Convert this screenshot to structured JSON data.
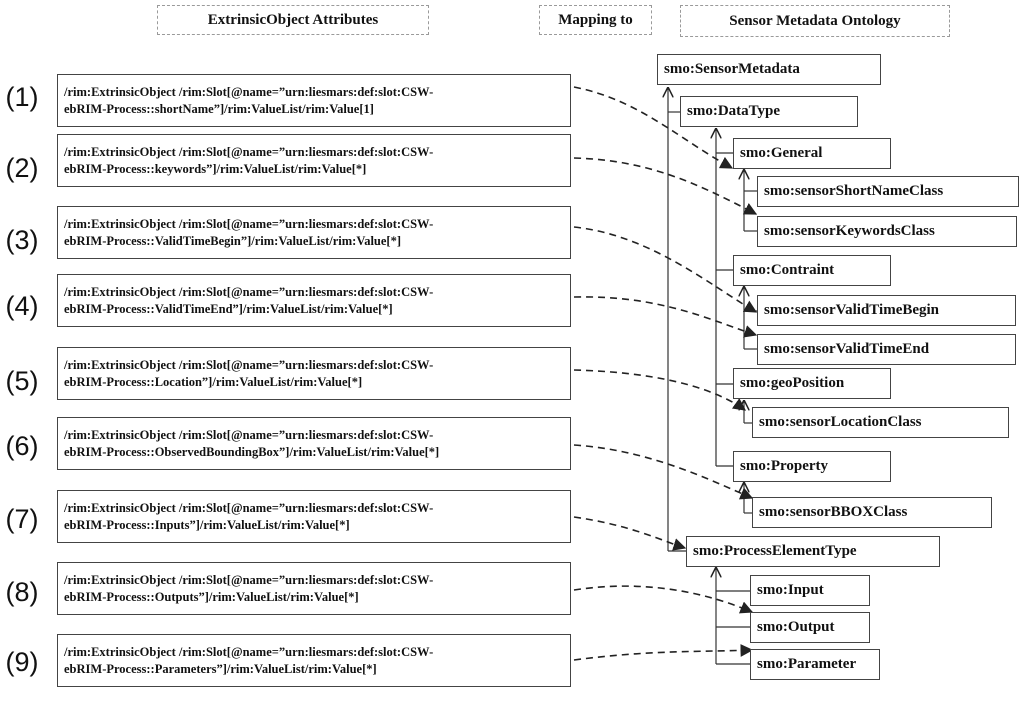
{
  "headers": {
    "left": "ExtrinsicObject Attributes",
    "middle": "Mapping to",
    "right": "Sensor Metadata Ontology"
  },
  "attributes": [
    {
      "num": "(1)",
      "line1": "/rim:ExtrinsicObject /rim:Slot[@name=”urn:liesmars:def:slot:CSW-",
      "line2": "ebRIM-Process::shortName”]/rim:ValueList/rim:Value[1]"
    },
    {
      "num": "(2)",
      "line1": "/rim:ExtrinsicObject /rim:Slot[@name=”urn:liesmars:def:slot:CSW-",
      "line2": "ebRIM-Process::keywords”]/rim:ValueList/rim:Value[*]"
    },
    {
      "num": "(3)",
      "line1": "/rim:ExtrinsicObject /rim:Slot[@name=”urn:liesmars:def:slot:CSW-",
      "line2": "ebRIM-Process::ValidTimeBegin”]/rim:ValueList/rim:Value[*]"
    },
    {
      "num": "(4)",
      "line1": "/rim:ExtrinsicObject /rim:Slot[@name=”urn:liesmars:def:slot:CSW-",
      "line2": "ebRIM-Process::ValidTimeEnd”]/rim:ValueList/rim:Value[*]"
    },
    {
      "num": "(5)",
      "line1": "/rim:ExtrinsicObject /rim:Slot[@name=”urn:liesmars:def:slot:CSW-",
      "line2": "ebRIM-Process::Location”]/rim:ValueList/rim:Value[*]"
    },
    {
      "num": "(6)",
      "line1": "/rim:ExtrinsicObject /rim:Slot[@name=”urn:liesmars:def:slot:CSW-",
      "line2": "ebRIM-Process::ObservedBoundingBox”]/rim:ValueList/rim:Value[*]"
    },
    {
      "num": "(7)",
      "line1": "/rim:ExtrinsicObject /rim:Slot[@name=”urn:liesmars:def:slot:CSW-",
      "line2": "ebRIM-Process::Inputs”]/rim:ValueList/rim:Value[*]"
    },
    {
      "num": "(8)",
      "line1": "/rim:ExtrinsicObject /rim:Slot[@name=”urn:liesmars:def:slot:CSW-",
      "line2": "ebRIM-Process::Outputs”]/rim:ValueList/rim:Value[*]"
    },
    {
      "num": "(9)",
      "line1": "/rim:ExtrinsicObject /rim:Slot[@name=”urn:liesmars:def:slot:CSW-",
      "line2": "ebRIM-Process::Parameters”]/rim:ValueList/rim:Value[*]"
    }
  ],
  "ontology": {
    "sensor_metadata": "smo:SensorMetadata",
    "data_type": "smo:DataType",
    "general": "smo:General",
    "short_name_class": "smo:sensorShortNameClass",
    "keywords_class": "smo:sensorKeywordsClass",
    "contraint": "smo:Contraint",
    "valid_time_begin": "smo:sensorValidTimeBegin",
    "valid_time_end": "smo:sensorValidTimeEnd",
    "geo_position": "smo:geoPosition",
    "location_class": "smo:sensorLocationClass",
    "property": "smo:Property",
    "bbox_class": "smo:sensorBBOXClass",
    "process_element_type": "smo:ProcessElementType",
    "input": "smo:Input",
    "output": "smo:Output",
    "parameter": "smo:Parameter"
  }
}
